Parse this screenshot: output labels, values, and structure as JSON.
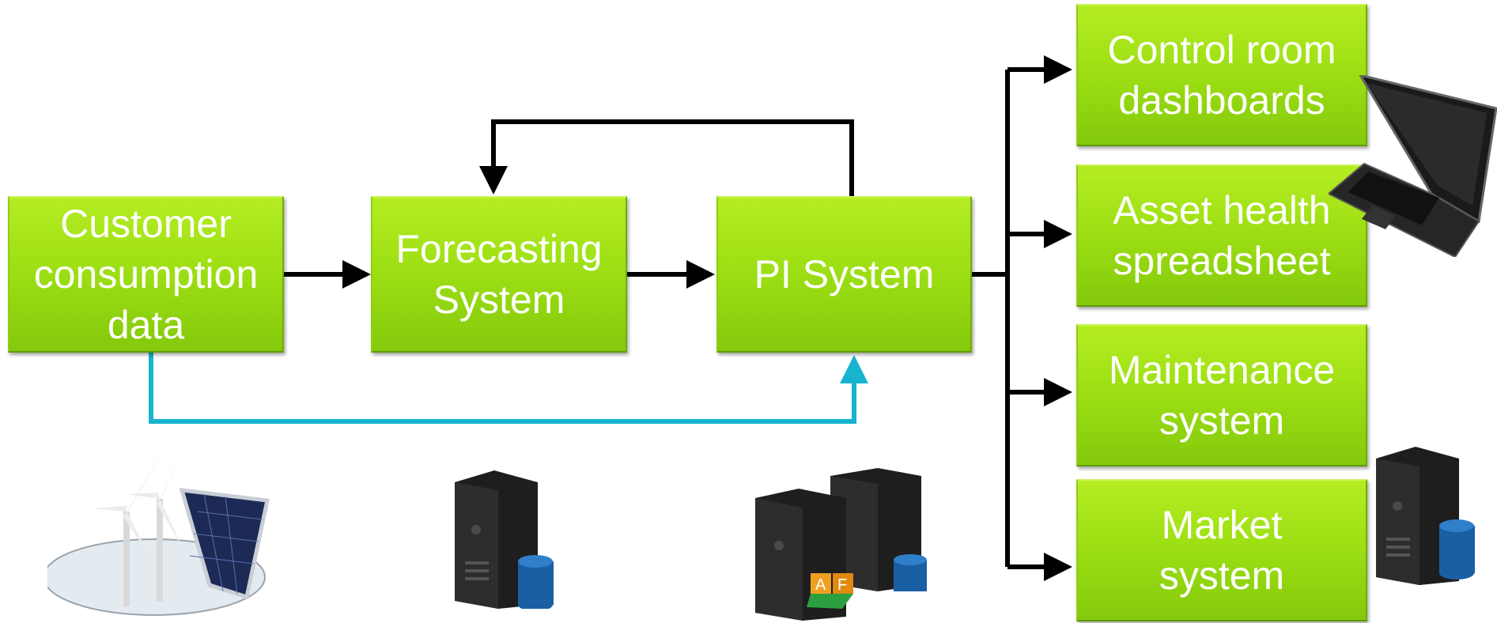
{
  "boxes": {
    "customer": "Customer\nconsumption\ndata",
    "forecasting": "Forecasting\nSystem",
    "pi": "PI System",
    "control": "Control room\ndashboards",
    "asset": "Asset health\nspreadsheet",
    "maintenance": "Maintenance\nsystem",
    "market": "Market\nsystem"
  },
  "icons": {
    "renewables": "wind-turbines-solar-panel-icon",
    "forecast_server": "server-with-database-icon",
    "pi_servers": "pi-af-servers-icon",
    "laptop": "laptop-icon",
    "market_server": "server-with-database-icon"
  },
  "af_badge": {
    "a": "A",
    "f": "F"
  },
  "colors": {
    "box_green": "#9ee014",
    "arrow_black": "#000000",
    "arrow_cyan": "#17b4cf"
  }
}
